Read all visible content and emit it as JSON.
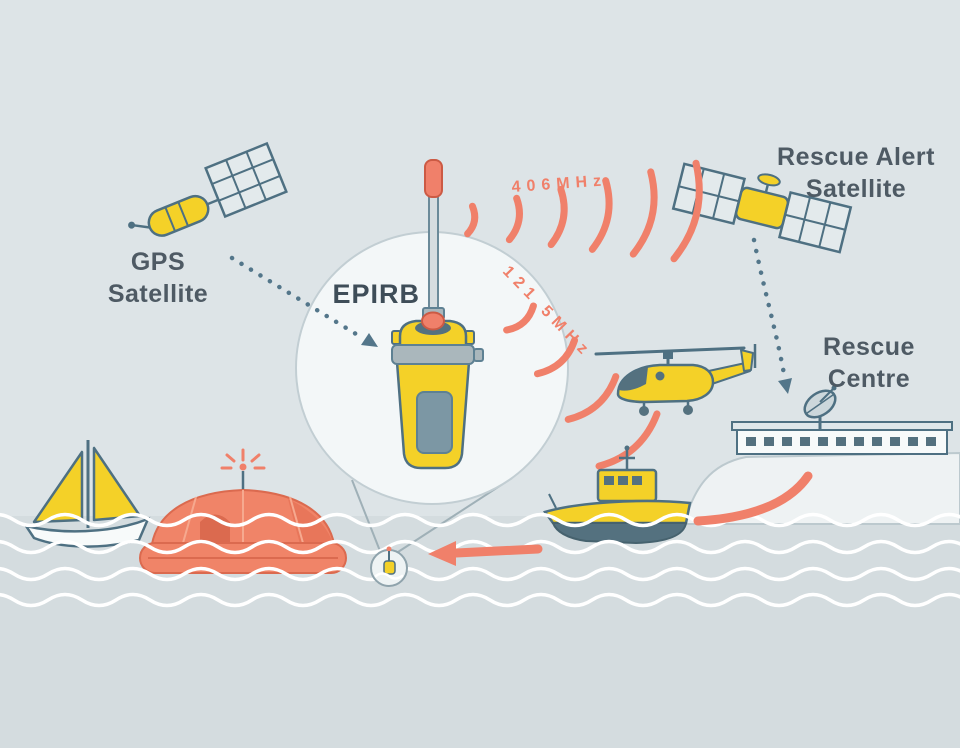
{
  "diagram": {
    "title": "EPIRB distress signal rescue diagram",
    "labels": {
      "gps": {
        "line1": "GPS",
        "line2": "Satellite"
      },
      "rescue_alert": {
        "line1": "Rescue Alert",
        "line2": "Satellite"
      },
      "rescue_centre": {
        "line1": "Rescue",
        "line2": "Centre"
      },
      "epirb": "EPIRB",
      "freq_primary": "406MHz",
      "freq_secondary": "121.5MHz"
    },
    "icons": [
      "gps-satellite-icon",
      "rescue-alert-satellite-icon",
      "satellite-dish-icon",
      "rescue-centre-building",
      "epirb-device",
      "helicopter-icon",
      "rescue-boat-icon",
      "sailboat-icon",
      "life-raft-icon",
      "floating-epirb-icon"
    ],
    "colors": {
      "background": "#dde4e7",
      "water": "#d4dcdf",
      "wave_line": "#ffffff",
      "yellow": "#f4d128",
      "coral": "#f0806a",
      "steel_outline": "#4e7082",
      "dark_slate": "#54717f",
      "label_text": "#4e5a64",
      "land": "#eef2f3"
    }
  }
}
